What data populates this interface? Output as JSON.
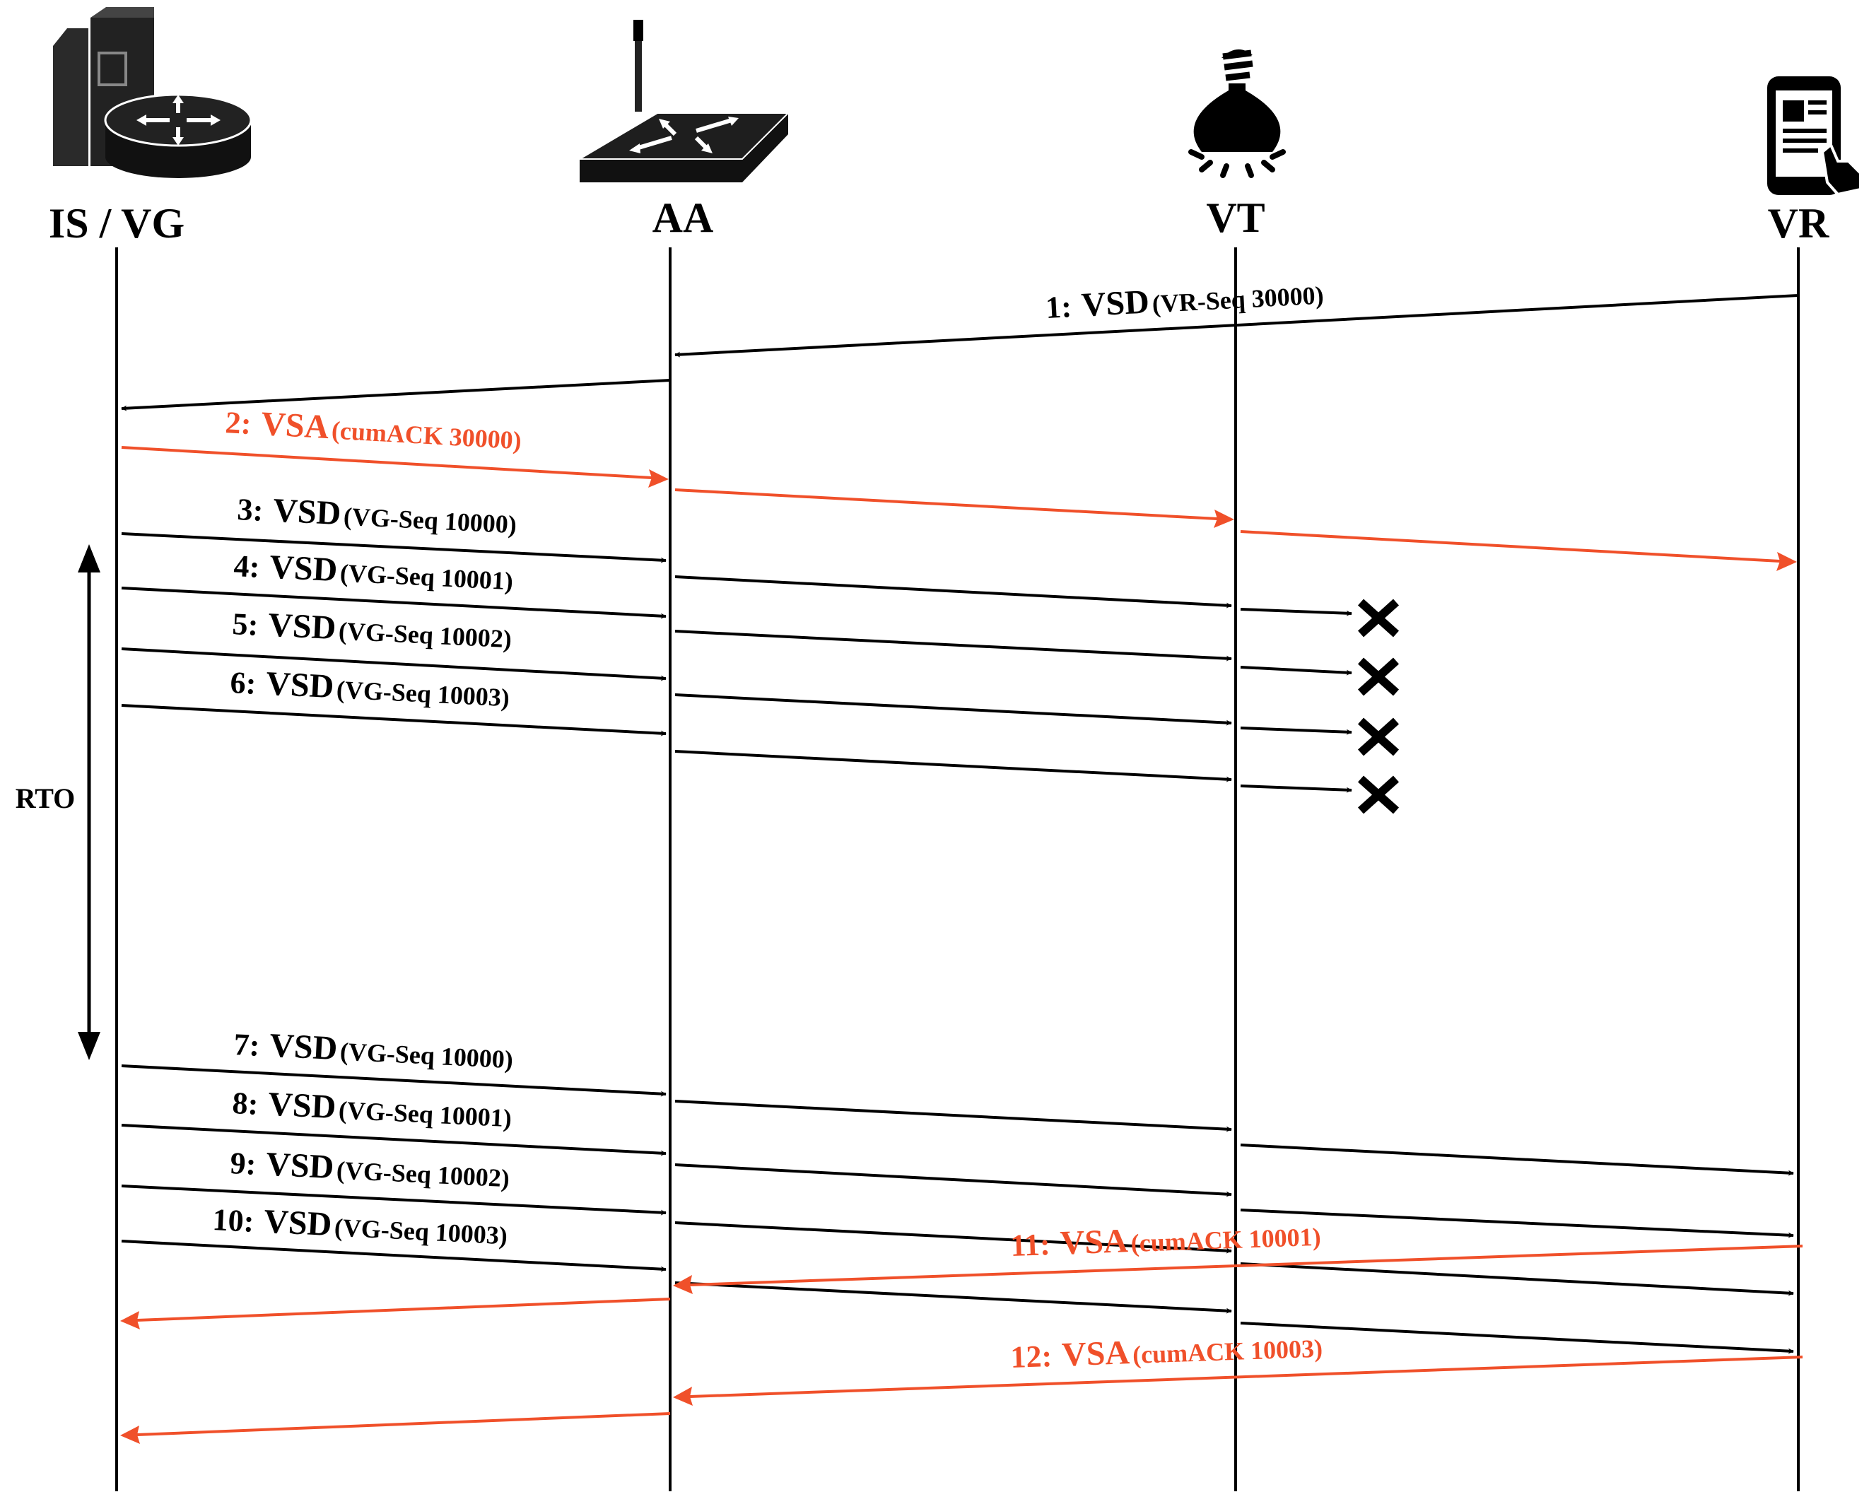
{
  "actors": [
    {
      "id": "isvg",
      "label": "IS / VG",
      "icon": "server-router-icon"
    },
    {
      "id": "aa",
      "label": "AA",
      "icon": "access-point-icon"
    },
    {
      "id": "vt",
      "label": "VT",
      "icon": "light-bulb-icon"
    },
    {
      "id": "vr",
      "label": "VR",
      "icon": "smartphone-touch-icon"
    }
  ],
  "colors": {
    "normal": "#000000",
    "ack": "#f0502a"
  },
  "rto_label": "RTO",
  "messages": [
    {
      "num": "1:",
      "main": "VSD",
      "param": "(VR-Seq 30000)",
      "kind": "normal"
    },
    {
      "num": "2:",
      "main": "VSA",
      "param": "(cumACK 30000)",
      "kind": "ack"
    },
    {
      "num": "3:",
      "main": "VSD",
      "param": "(VG-Seq 10000)",
      "kind": "normal"
    },
    {
      "num": "4:",
      "main": "VSD",
      "param": "(VG-Seq 10001)",
      "kind": "normal"
    },
    {
      "num": "5:",
      "main": "VSD",
      "param": "(VG-Seq 10002)",
      "kind": "normal"
    },
    {
      "num": "6:",
      "main": "VSD",
      "param": "(VG-Seq 10003)",
      "kind": "normal"
    },
    {
      "num": "7:",
      "main": "VSD",
      "param": "(VG-Seq 10000)",
      "kind": "normal"
    },
    {
      "num": "8:",
      "main": "VSD",
      "param": "(VG-Seq 10001)",
      "kind": "normal"
    },
    {
      "num": "9:",
      "main": "VSD",
      "param": "(VG-Seq 10002)",
      "kind": "normal"
    },
    {
      "num": "10:",
      "main": "VSD",
      "param": "(VG-Seq 10003)",
      "kind": "normal"
    },
    {
      "num": "11:",
      "main": "VSA",
      "param": "(cumACK 10001)",
      "kind": "ack"
    },
    {
      "num": "12:",
      "main": "VSA",
      "param": "(cumACK 10003)",
      "kind": "ack"
    }
  ]
}
